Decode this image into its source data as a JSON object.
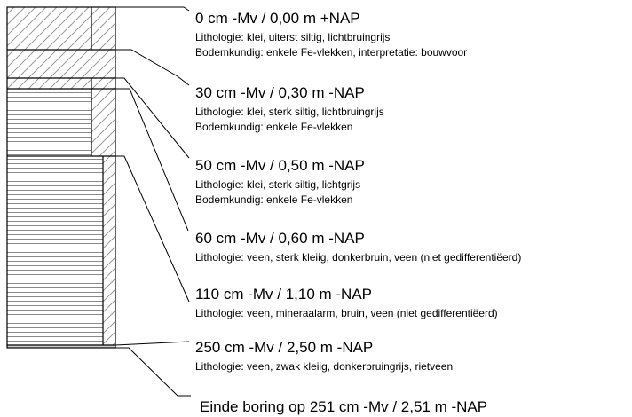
{
  "layers": [
    {
      "depth": "0 cm -Mv / 0,00 m +NAP",
      "lines": [
        "Lithologie: klei, uiterst siltig, lichtbruingrijs",
        "Bodemkundig: enkele Fe-vlekken, interpretatie: bouwvoor"
      ]
    },
    {
      "depth": "30 cm -Mv / 0,30 m -NAP",
      "lines": [
        "Lithologie: klei, sterk siltig, lichtbruingrijs",
        "Bodemkundig: enkele Fe-vlekken"
      ]
    },
    {
      "depth": "50 cm -Mv / 0,50 m -NAP",
      "lines": [
        "Lithologie: klei, sterk siltig, lichtgrijs",
        "Bodemkundig: enkele Fe-vlekken"
      ]
    },
    {
      "depth": "60 cm -Mv / 0,60 m -NAP",
      "lines": [
        "Lithologie: veen, sterk kleiig, donkerbruin, veen (niet gedifferentiëerd)"
      ]
    },
    {
      "depth": "110 cm -Mv / 1,10 m -NAP",
      "lines": [
        "Lithologie: veen, mineraalarm, bruin, veen (niet gedifferentiëerd)"
      ]
    },
    {
      "depth": "250 cm -Mv / 2,50 m -NAP",
      "lines": [
        "Lithologie: veen, zwak kleiig, donkerbruingrijs, rietveen"
      ]
    }
  ],
  "end_label": "Einde boring op 251 cm -Mv / 2,51 m -NAP"
}
